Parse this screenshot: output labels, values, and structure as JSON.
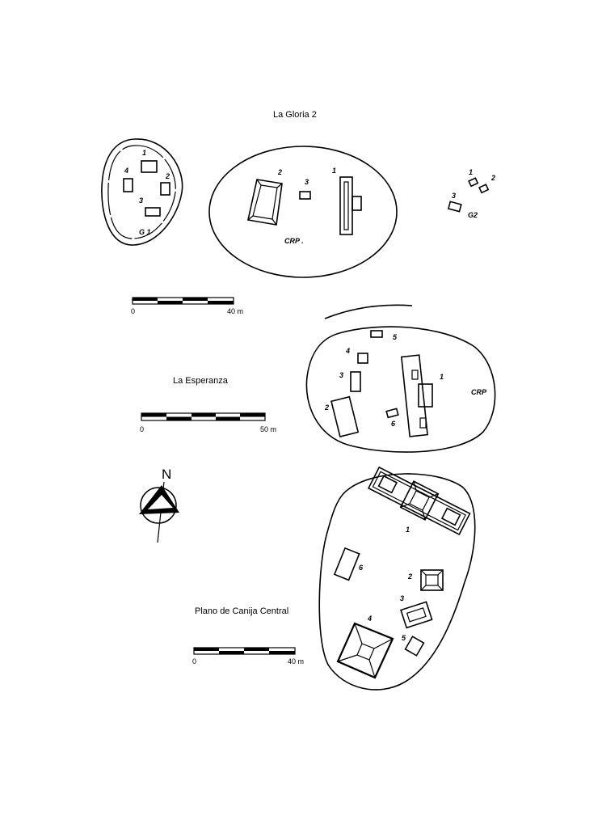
{
  "titles": {
    "gloria": "La Gloria 2",
    "esperanza": "La Esperanza",
    "canija": "Plano de Canija Central"
  },
  "north": "N",
  "scales": {
    "gloria": {
      "start": "0",
      "end": "40 m"
    },
    "esperanza": {
      "start": "0",
      "end": "50 m"
    },
    "canija": {
      "start": "0",
      "end": "40 m"
    }
  },
  "gloria": {
    "g1": {
      "group": "G 1",
      "structures": [
        "1",
        "2",
        "3",
        "4"
      ]
    },
    "crp": {
      "group": "CRP .",
      "structures": [
        "1",
        "2",
        "3"
      ]
    },
    "g2": {
      "group": "G2",
      "structures": [
        "1",
        "2",
        "3"
      ]
    }
  },
  "esperanza": {
    "group": "CRP",
    "structures": [
      "1",
      "2",
      "3",
      "4",
      "5",
      "6"
    ]
  },
  "canija": {
    "structures": [
      "1",
      "2",
      "3",
      "4",
      "5",
      "6"
    ]
  }
}
